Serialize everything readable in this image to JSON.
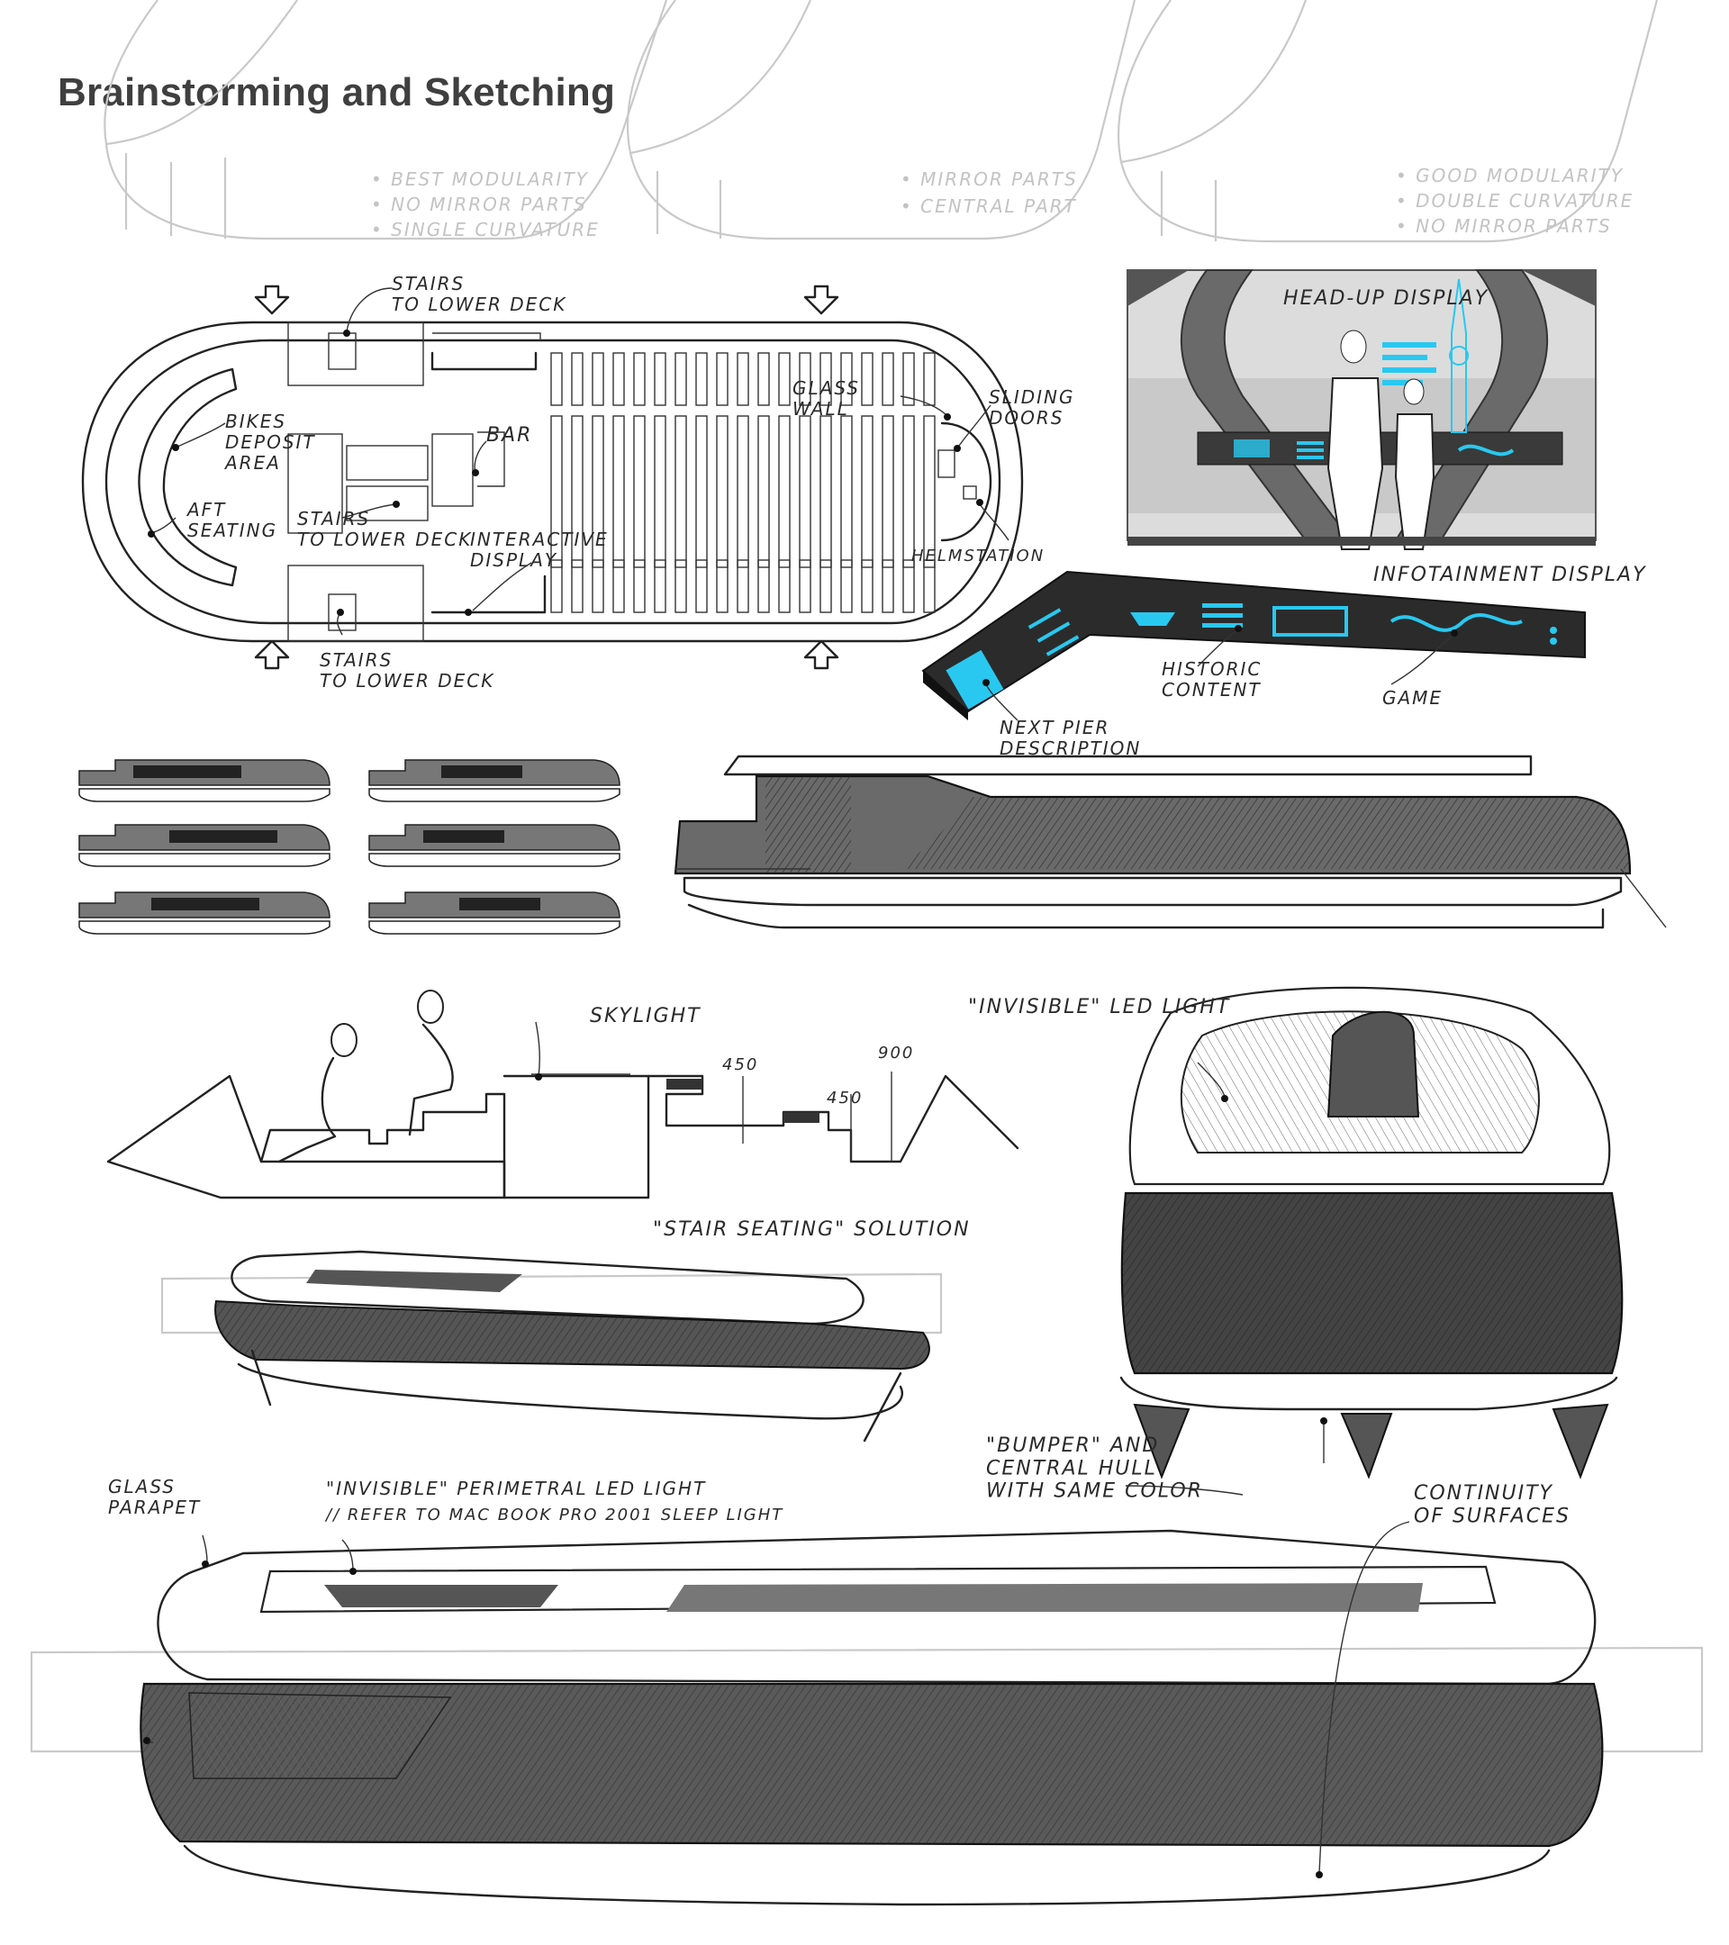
{
  "title": "Brainstorming and Sketching",
  "concepts": [
    {
      "notes": [
        "• BEST MODULARITY",
        "• NO MIRROR PARTS",
        "• SINGLE CURVATURE"
      ]
    },
    {
      "notes": [
        "• MIRROR PARTS",
        "• CENTRAL PART"
      ]
    },
    {
      "notes": [
        "• GOOD MODULARITY",
        "• DOUBLE CURVATURE",
        "• NO MIRROR PARTS"
      ]
    }
  ],
  "deck_plan": {
    "stairs_top": "STAIRS\nTO LOWER DECK",
    "bikes": "BIKES\nDEPOSIT\nAREA",
    "aft_seating": "AFT\nSEATING",
    "stairs_mid": "STAIRS\nTO LOWER DECK",
    "bar": "BAR",
    "interactive_display": "INTERACTIVE\nDISPLAY",
    "glass_wall": "GLASS\nWALL",
    "sliding_doors": "SLIDING\nDOORS",
    "helmstation": "HELMSTATION",
    "stairs_bottom": "STAIRS\nTO LOWER DECK"
  },
  "hud": {
    "head_up_display": "HEAD-UP DISPLAY",
    "infotainment_display": "INFOTAINMENT DISPLAY",
    "historic_content": "HISTORIC\nCONTENT",
    "game": "GAME",
    "next_pier": "NEXT PIER\nDESCRIPTION"
  },
  "section": {
    "skylight": "SKYLIGHT",
    "dim_450_a": "450",
    "dim_900": "900",
    "dim_450_b": "450",
    "stair_seating": "\"STAIR SEATING\" SOLUTION"
  },
  "callouts": {
    "invisible_led": "\"INVISIBLE\" LED LIGHT",
    "bumper": "\"BUMPER\" AND\nCENTRAL HULL\nWITH SAME COLOR",
    "glass_parapet": "GLASS\nPARAPET",
    "perimetral_led": "\"INVISIBLE\" PERIMETRAL LED LIGHT",
    "perimetral_ref": "// REFER TO MAC BOOK PRO 2001 SLEEP LIGHT",
    "continuity": "CONTINUITY\nOF SURFACES"
  },
  "colors": {
    "hud_cyan": "#29c8f0",
    "hull_dark": "#555555",
    "title_gray": "#3f3f3f"
  }
}
